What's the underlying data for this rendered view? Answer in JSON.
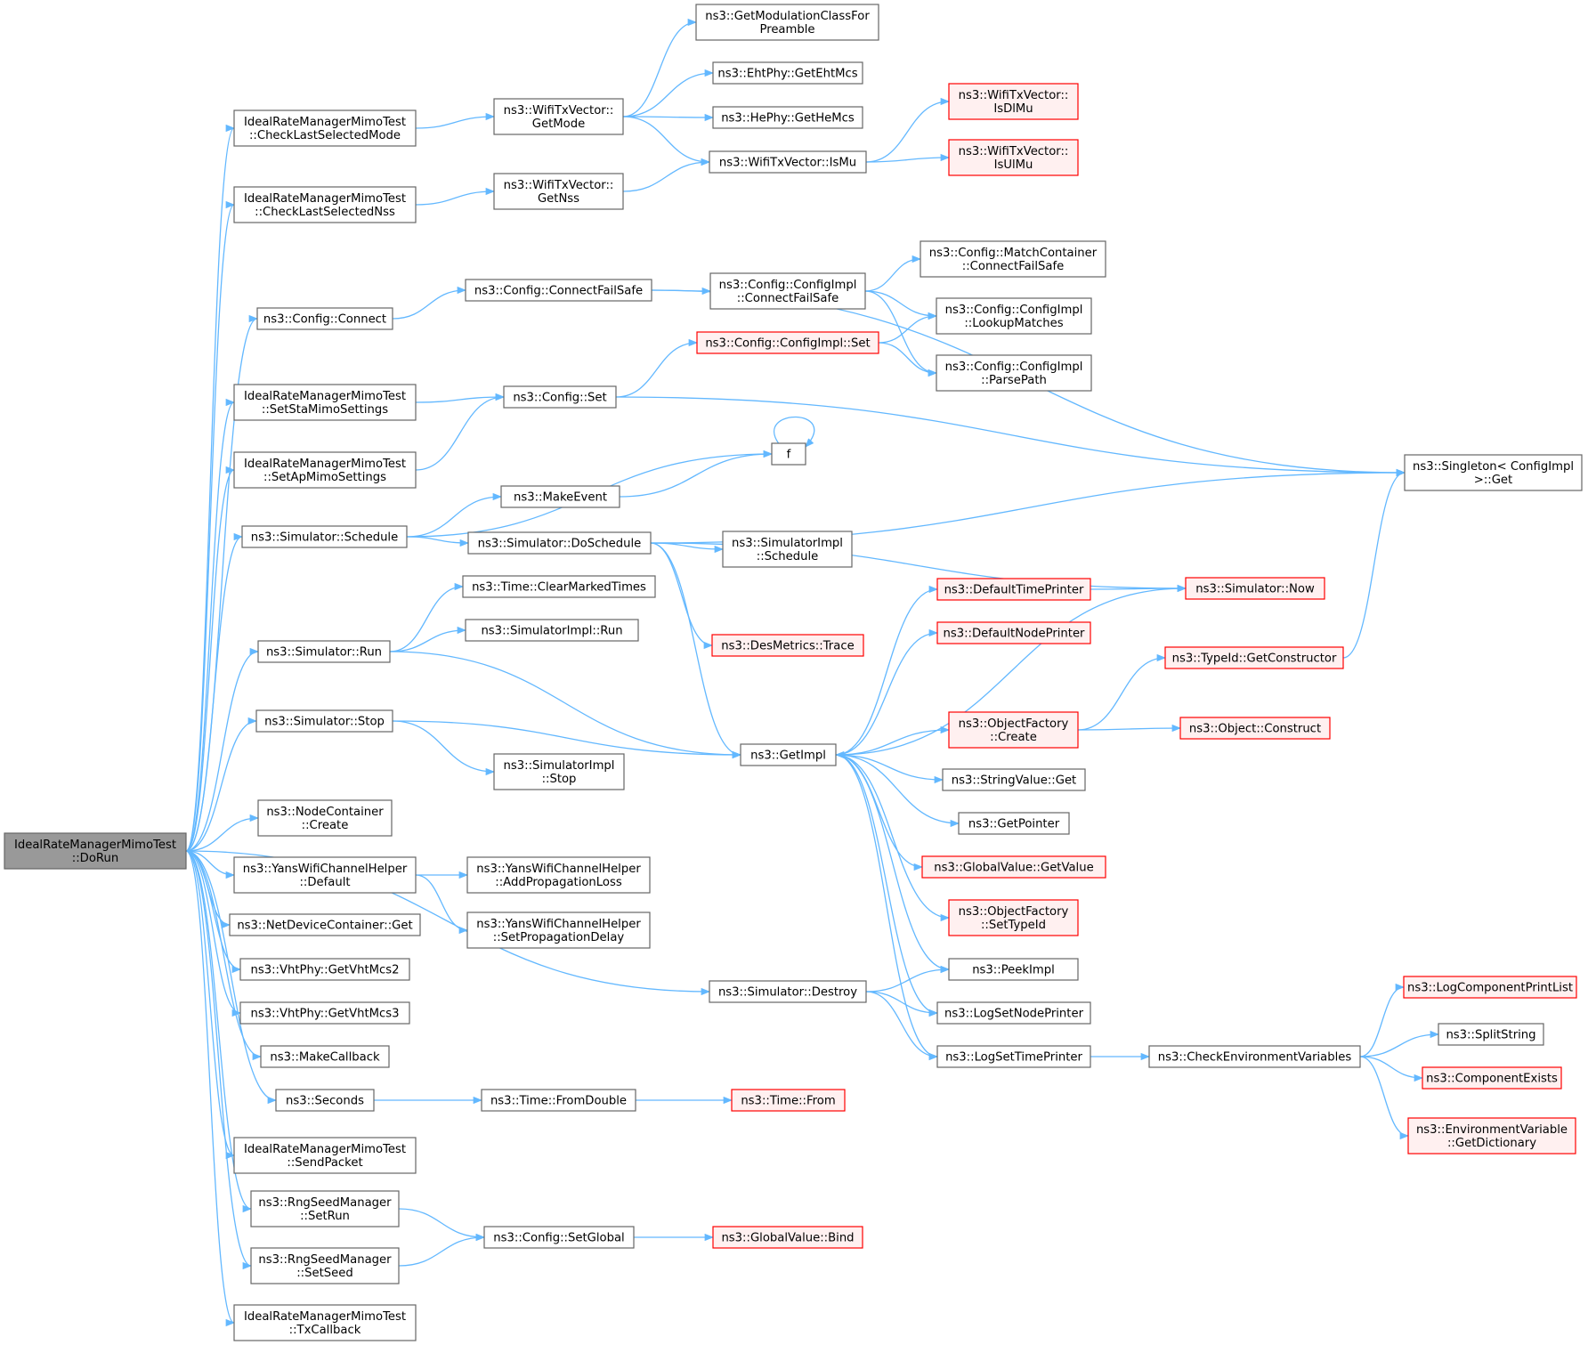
{
  "colors": {
    "edge": "#63b8ff",
    "border": "#666666",
    "fill": "#ffffff",
    "root_fill": "#999999",
    "root_border": "#666666",
    "trunc_border": "#ff0000",
    "trunc_fill": "#fff0f0",
    "text": "#000000"
  },
  "nodes": [
    {
      "id": "dorun",
      "lines": [
        "IdealRateManagerMimoTest",
        "::DoRun"
      ],
      "kind": "root"
    },
    {
      "id": "checkmode",
      "lines": [
        "IdealRateManagerMimoTest",
        "::CheckLastSelectedMode"
      ],
      "kind": "normal"
    },
    {
      "id": "checknss",
      "lines": [
        "IdealRateManagerMimoTest",
        "::CheckLastSelectedNss"
      ],
      "kind": "normal"
    },
    {
      "id": "cfgconnect",
      "lines": [
        "ns3::Config::Connect"
      ],
      "kind": "normal"
    },
    {
      "id": "setsta",
      "lines": [
        "IdealRateManagerMimoTest",
        "::SetStaMimoSettings"
      ],
      "kind": "normal"
    },
    {
      "id": "setap",
      "lines": [
        "IdealRateManagerMimoTest",
        "::SetApMimoSettings"
      ],
      "kind": "normal"
    },
    {
      "id": "simschedule",
      "lines": [
        "ns3::Simulator::Schedule"
      ],
      "kind": "normal"
    },
    {
      "id": "simrun",
      "lines": [
        "ns3::Simulator::Run"
      ],
      "kind": "normal"
    },
    {
      "id": "simstop",
      "lines": [
        "ns3::Simulator::Stop"
      ],
      "kind": "normal"
    },
    {
      "id": "nodecreate",
      "lines": [
        "ns3::NodeContainer",
        "::Create"
      ],
      "kind": "normal"
    },
    {
      "id": "yansdefault",
      "lines": [
        "ns3::YansWifiChannelHelper",
        "::Default"
      ],
      "kind": "normal"
    },
    {
      "id": "ndcget",
      "lines": [
        "ns3::NetDeviceContainer::Get"
      ],
      "kind": "normal"
    },
    {
      "id": "vht2",
      "lines": [
        "ns3::VhtPhy::GetVhtMcs2"
      ],
      "kind": "normal"
    },
    {
      "id": "vht3",
      "lines": [
        "ns3::VhtPhy::GetVhtMcs3"
      ],
      "kind": "normal"
    },
    {
      "id": "makecb",
      "lines": [
        "ns3::MakeCallback"
      ],
      "kind": "normal"
    },
    {
      "id": "seconds",
      "lines": [
        "ns3::Seconds"
      ],
      "kind": "normal"
    },
    {
      "id": "sendpacket",
      "lines": [
        "IdealRateManagerMimoTest",
        "::SendPacket"
      ],
      "kind": "normal"
    },
    {
      "id": "rngsetrun",
      "lines": [
        "ns3::RngSeedManager",
        "::SetRun"
      ],
      "kind": "normal"
    },
    {
      "id": "rngsetseed",
      "lines": [
        "ns3::RngSeedManager",
        "::SetSeed"
      ],
      "kind": "normal"
    },
    {
      "id": "txcallback",
      "lines": [
        "IdealRateManagerMimoTest",
        "::TxCallback"
      ],
      "kind": "normal"
    },
    {
      "id": "getmode",
      "lines": [
        "ns3::WifiTxVector::",
        "GetMode"
      ],
      "kind": "normal"
    },
    {
      "id": "getnss",
      "lines": [
        "ns3::WifiTxVector::",
        "GetNss"
      ],
      "kind": "normal"
    },
    {
      "id": "cfgcfs",
      "lines": [
        "ns3::Config::ConnectFailSafe"
      ],
      "kind": "normal"
    },
    {
      "id": "cfgset",
      "lines": [
        "ns3::Config::Set"
      ],
      "kind": "normal"
    },
    {
      "id": "makeevent",
      "lines": [
        "ns3::MakeEvent"
      ],
      "kind": "normal"
    },
    {
      "id": "simdosched",
      "lines": [
        "ns3::Simulator::DoSchedule"
      ],
      "kind": "normal"
    },
    {
      "id": "clearmarked",
      "lines": [
        "ns3::Time::ClearMarkedTimes"
      ],
      "kind": "normal"
    },
    {
      "id": "simimplrun",
      "lines": [
        "ns3::SimulatorImpl::Run"
      ],
      "kind": "normal"
    },
    {
      "id": "simimplstop",
      "lines": [
        "ns3::SimulatorImpl",
        "::Stop"
      ],
      "kind": "normal"
    },
    {
      "id": "addprop",
      "lines": [
        "ns3::YansWifiChannelHelper",
        "::AddPropagationLoss"
      ],
      "kind": "normal"
    },
    {
      "id": "setprop",
      "lines": [
        "ns3::YansWifiChannelHelper",
        "::SetPropagationDelay"
      ],
      "kind": "normal"
    },
    {
      "id": "fromdouble",
      "lines": [
        "ns3::Time::FromDouble"
      ],
      "kind": "normal"
    },
    {
      "id": "cfgsetglobal",
      "lines": [
        "ns3::Config::SetGlobal"
      ],
      "kind": "normal"
    },
    {
      "id": "getmodclass",
      "lines": [
        "ns3::GetModulationClassFor",
        "Preamble"
      ],
      "kind": "normal"
    },
    {
      "id": "getehtmcs",
      "lines": [
        "ns3::EhtPhy::GetEhtMcs"
      ],
      "kind": "normal"
    },
    {
      "id": "gethemcs",
      "lines": [
        "ns3::HePhy::GetHeMcs"
      ],
      "kind": "normal"
    },
    {
      "id": "ismu",
      "lines": [
        "ns3::WifiTxVector::IsMu"
      ],
      "kind": "normal"
    },
    {
      "id": "cfgimplcfs",
      "lines": [
        "ns3::Config::ConfigImpl",
        "::ConnectFailSafe"
      ],
      "kind": "normal"
    },
    {
      "id": "cfgimplset",
      "lines": [
        "ns3::Config::ConfigImpl::Set"
      ],
      "kind": "trunc"
    },
    {
      "id": "f",
      "lines": [
        "f"
      ],
      "kind": "normal"
    },
    {
      "id": "simimplsched",
      "lines": [
        "ns3::SimulatorImpl",
        "::Schedule"
      ],
      "kind": "normal"
    },
    {
      "id": "desmetrics",
      "lines": [
        "ns3::DesMetrics::Trace"
      ],
      "kind": "trunc"
    },
    {
      "id": "getimpl",
      "lines": [
        "ns3::GetImpl"
      ],
      "kind": "normal"
    },
    {
      "id": "simdestroy",
      "lines": [
        "ns3::Simulator::Destroy"
      ],
      "kind": "normal"
    },
    {
      "id": "timefrom",
      "lines": [
        "ns3::Time::From"
      ],
      "kind": "trunc"
    },
    {
      "id": "gvbind",
      "lines": [
        "ns3::GlobalValue::Bind"
      ],
      "kind": "trunc"
    },
    {
      "id": "isdlmu",
      "lines": [
        "ns3::WifiTxVector::",
        "IsDlMu"
      ],
      "kind": "trunc"
    },
    {
      "id": "isulmu",
      "lines": [
        "ns3::WifiTxVector::",
        "IsUlMu"
      ],
      "kind": "trunc"
    },
    {
      "id": "matchcfs",
      "lines": [
        "ns3::Config::MatchContainer",
        "::ConnectFailSafe"
      ],
      "kind": "normal"
    },
    {
      "id": "lookup",
      "lines": [
        "ns3::Config::ConfigImpl",
        "::LookupMatches"
      ],
      "kind": "normal"
    },
    {
      "id": "parsepath",
      "lines": [
        "ns3::Config::ConfigImpl",
        "::ParsePath"
      ],
      "kind": "normal"
    },
    {
      "id": "deftimeprinter",
      "lines": [
        "ns3::DefaultTimePrinter"
      ],
      "kind": "trunc"
    },
    {
      "id": "defnodeprinter",
      "lines": [
        "ns3::DefaultNodePrinter"
      ],
      "kind": "trunc"
    },
    {
      "id": "objfcreate",
      "lines": [
        "ns3::ObjectFactory",
        "::Create"
      ],
      "kind": "trunc"
    },
    {
      "id": "strvalget",
      "lines": [
        "ns3::StringValue::Get"
      ],
      "kind": "normal"
    },
    {
      "id": "getpointer",
      "lines": [
        "ns3::GetPointer"
      ],
      "kind": "normal"
    },
    {
      "id": "gvgetvalue",
      "lines": [
        "ns3::GlobalValue::GetValue"
      ],
      "kind": "trunc"
    },
    {
      "id": "objfsettypeid",
      "lines": [
        "ns3::ObjectFactory",
        "::SetTypeId"
      ],
      "kind": "trunc"
    },
    {
      "id": "peekimpl",
      "lines": [
        "ns3::PeekImpl"
      ],
      "kind": "normal"
    },
    {
      "id": "logsetnode",
      "lines": [
        "ns3::LogSetNodePrinter"
      ],
      "kind": "normal"
    },
    {
      "id": "logsettime",
      "lines": [
        "ns3::LogSetTimePrinter"
      ],
      "kind": "normal"
    },
    {
      "id": "singleton",
      "lines": [
        "ns3::Singleton< ConfigImpl",
        ">::Get"
      ],
      "kind": "normal"
    },
    {
      "id": "simnow",
      "lines": [
        "ns3::Simulator::Now"
      ],
      "kind": "trunc"
    },
    {
      "id": "typeidgetctor",
      "lines": [
        "ns3::TypeId::GetConstructor"
      ],
      "kind": "trunc"
    },
    {
      "id": "objconstruct",
      "lines": [
        "ns3::Object::Construct"
      ],
      "kind": "trunc"
    },
    {
      "id": "checkenv",
      "lines": [
        "ns3::CheckEnvironmentVariables"
      ],
      "kind": "normal"
    },
    {
      "id": "logcompprint",
      "lines": [
        "ns3::LogComponentPrintList"
      ],
      "kind": "trunc"
    },
    {
      "id": "splitstring",
      "lines": [
        "ns3::SplitString"
      ],
      "kind": "normal"
    },
    {
      "id": "compexists",
      "lines": [
        "ns3::ComponentExists"
      ],
      "kind": "trunc"
    },
    {
      "id": "envgetdict",
      "lines": [
        "ns3::EnvironmentVariable",
        "::GetDictionary"
      ],
      "kind": "trunc"
    }
  ],
  "edges": [
    [
      "dorun",
      "checkmode"
    ],
    [
      "dorun",
      "checknss"
    ],
    [
      "dorun",
      "cfgconnect"
    ],
    [
      "dorun",
      "setsta"
    ],
    [
      "dorun",
      "setap"
    ],
    [
      "dorun",
      "simschedule"
    ],
    [
      "dorun",
      "simrun"
    ],
    [
      "dorun",
      "simstop"
    ],
    [
      "dorun",
      "nodecreate"
    ],
    [
      "dorun",
      "yansdefault"
    ],
    [
      "dorun",
      "ndcget"
    ],
    [
      "dorun",
      "vht2"
    ],
    [
      "dorun",
      "vht3"
    ],
    [
      "dorun",
      "makecb"
    ],
    [
      "dorun",
      "seconds"
    ],
    [
      "dorun",
      "sendpacket"
    ],
    [
      "dorun",
      "rngsetrun"
    ],
    [
      "dorun",
      "rngsetseed"
    ],
    [
      "dorun",
      "txcallback"
    ],
    [
      "dorun",
      "simdestroy"
    ],
    [
      "checkmode",
      "getmode"
    ],
    [
      "checknss",
      "getnss"
    ],
    [
      "cfgconnect",
      "cfgcfs"
    ],
    [
      "setsta",
      "cfgset"
    ],
    [
      "setap",
      "cfgset"
    ],
    [
      "simschedule",
      "f"
    ],
    [
      "simschedule",
      "makeevent"
    ],
    [
      "simschedule",
      "simdosched"
    ],
    [
      "simrun",
      "clearmarked"
    ],
    [
      "simrun",
      "simimplrun"
    ],
    [
      "simrun",
      "getimpl"
    ],
    [
      "simstop",
      "getimpl"
    ],
    [
      "simstop",
      "simimplstop"
    ],
    [
      "yansdefault",
      "addprop"
    ],
    [
      "yansdefault",
      "setprop"
    ],
    [
      "seconds",
      "fromdouble"
    ],
    [
      "rngsetrun",
      "cfgsetglobal"
    ],
    [
      "rngsetseed",
      "cfgsetglobal"
    ],
    [
      "getmode",
      "getmodclass"
    ],
    [
      "getmode",
      "getehtmcs"
    ],
    [
      "getmode",
      "gethemcs"
    ],
    [
      "getmode",
      "ismu"
    ],
    [
      "getnss",
      "ismu"
    ],
    [
      "ismu",
      "isdlmu"
    ],
    [
      "ismu",
      "isulmu"
    ],
    [
      "cfgcfs",
      "singleton"
    ],
    [
      "cfgcfs",
      "cfgimplcfs"
    ],
    [
      "cfgimplcfs",
      "matchcfs"
    ],
    [
      "cfgimplcfs",
      "lookup"
    ],
    [
      "cfgimplcfs",
      "parsepath"
    ],
    [
      "cfgset",
      "cfgimplset"
    ],
    [
      "cfgset",
      "singleton"
    ],
    [
      "cfgimplset",
      "lookup"
    ],
    [
      "cfgimplset",
      "parsepath"
    ],
    [
      "f",
      "f"
    ],
    [
      "makeevent",
      "f"
    ],
    [
      "simdosched",
      "singleton"
    ],
    [
      "simdosched",
      "simimplsched"
    ],
    [
      "simdosched",
      "simnow"
    ],
    [
      "simdosched",
      "desmetrics"
    ],
    [
      "simdosched",
      "getimpl"
    ],
    [
      "getimpl",
      "deftimeprinter"
    ],
    [
      "getimpl",
      "defnodeprinter"
    ],
    [
      "getimpl",
      "objfcreate"
    ],
    [
      "getimpl",
      "strvalget"
    ],
    [
      "getimpl",
      "getpointer"
    ],
    [
      "getimpl",
      "gvgetvalue"
    ],
    [
      "getimpl",
      "objfsettypeid"
    ],
    [
      "getimpl",
      "peekimpl"
    ],
    [
      "getimpl",
      "logsetnode"
    ],
    [
      "getimpl",
      "logsettime"
    ],
    [
      "deftimeprinter",
      "simnow"
    ],
    [
      "simnow",
      "getimpl"
    ],
    [
      "objfcreate",
      "typeidgetctor"
    ],
    [
      "objfcreate",
      "objconstruct"
    ],
    [
      "typeidgetctor",
      "singleton"
    ],
    [
      "simdestroy",
      "peekimpl"
    ],
    [
      "simdestroy",
      "logsetnode"
    ],
    [
      "simdestroy",
      "logsettime"
    ],
    [
      "logsettime",
      "checkenv"
    ],
    [
      "checkenv",
      "logcompprint"
    ],
    [
      "checkenv",
      "splitstring"
    ],
    [
      "checkenv",
      "compexists"
    ],
    [
      "checkenv",
      "envgetdict"
    ],
    [
      "fromdouble",
      "timefrom"
    ],
    [
      "cfgsetglobal",
      "gvbind"
    ]
  ]
}
